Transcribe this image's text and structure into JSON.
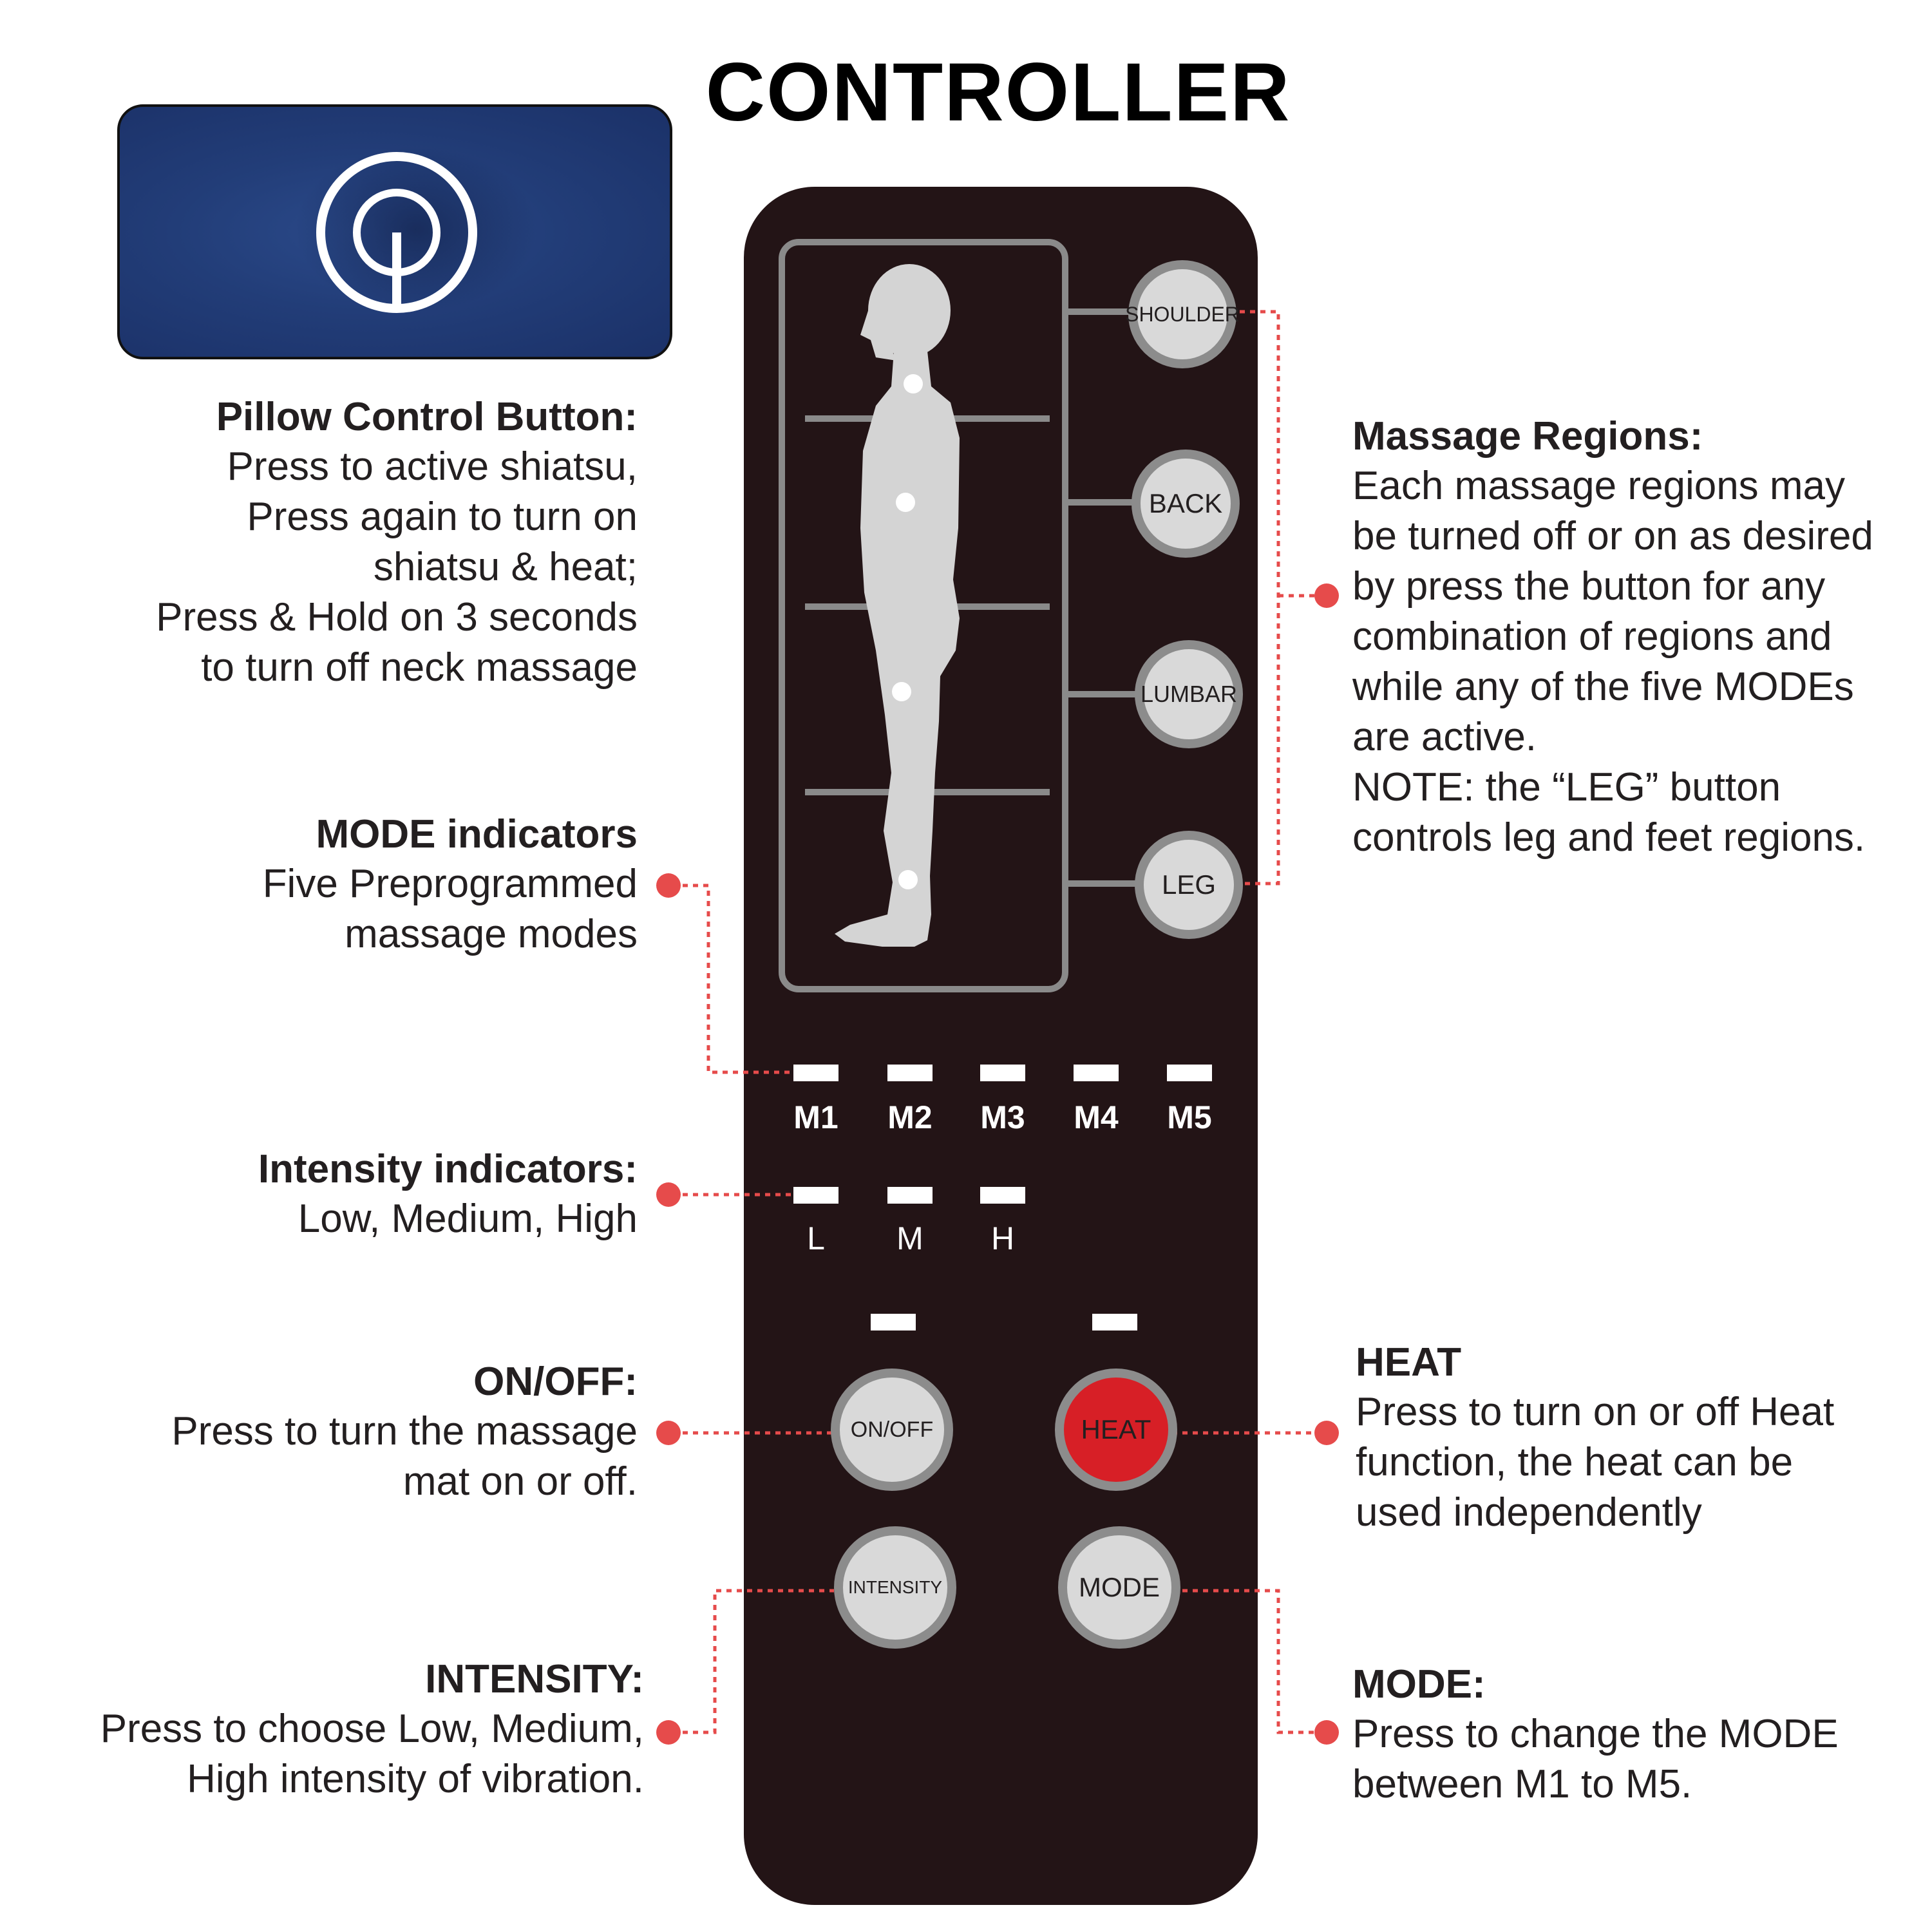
{
  "title": "CONTROLLER",
  "pillow": {
    "heading": "Pillow Control Button:",
    "lines": [
      "Press to active shiatsu,",
      "Press again to turn on",
      "shiatsu & heat;",
      "Press & Hold on 3 seconds",
      "to turn off neck massage"
    ]
  },
  "mode_indicators": {
    "heading": "MODE indicators",
    "lines": [
      "Five Preprogrammed",
      "massage modes"
    ]
  },
  "intensity_indicators": {
    "heading": "Intensity indicators:",
    "lines": [
      "Low, Medium, High"
    ]
  },
  "onoff_note": {
    "heading": "ON/OFF:",
    "lines": [
      "Press to turn the massage",
      "mat on or off."
    ]
  },
  "intensity_note": {
    "heading": "INTENSITY:",
    "lines": [
      "Press to choose Low, Medium,",
      "High intensity of vibration."
    ]
  },
  "regions": {
    "heading": "Massage Regions:",
    "lines": [
      "Each massage regions may",
      "be turned off or on as desired",
      "by press the button for any",
      "combination of regions and",
      "while any of the five MODEs",
      "are active.",
      "NOTE: the “LEG” button",
      "controls leg and feet regions."
    ]
  },
  "heat_note": {
    "heading": "HEAT",
    "lines": [
      "Press to turn on or off Heat",
      "function, the heat can be",
      "used independently"
    ]
  },
  "mode_note": {
    "heading": "MODE:",
    "lines": [
      "Press to change the MODE",
      "between M1 to M5."
    ]
  },
  "remote": {
    "region_buttons": [
      "SHOULDER",
      "BACK",
      "LUMBAR",
      "LEG"
    ],
    "mode_labels": [
      "M1",
      "M2",
      "M3",
      "M4",
      "M5"
    ],
    "intensity_labels": [
      "L",
      "M",
      "H"
    ],
    "onoff_label": "ON/OFF",
    "heat_label": "HEAT",
    "intensity_label": "INTENSITY",
    "mode_label": "MODE"
  },
  "colors": {
    "remote_body": "#231416",
    "heat_button": "#d71f26",
    "callout": "#e64b4b",
    "pillow_fabric": "#223d78"
  },
  "icons": {
    "pillow_symbol": "power-icon"
  }
}
